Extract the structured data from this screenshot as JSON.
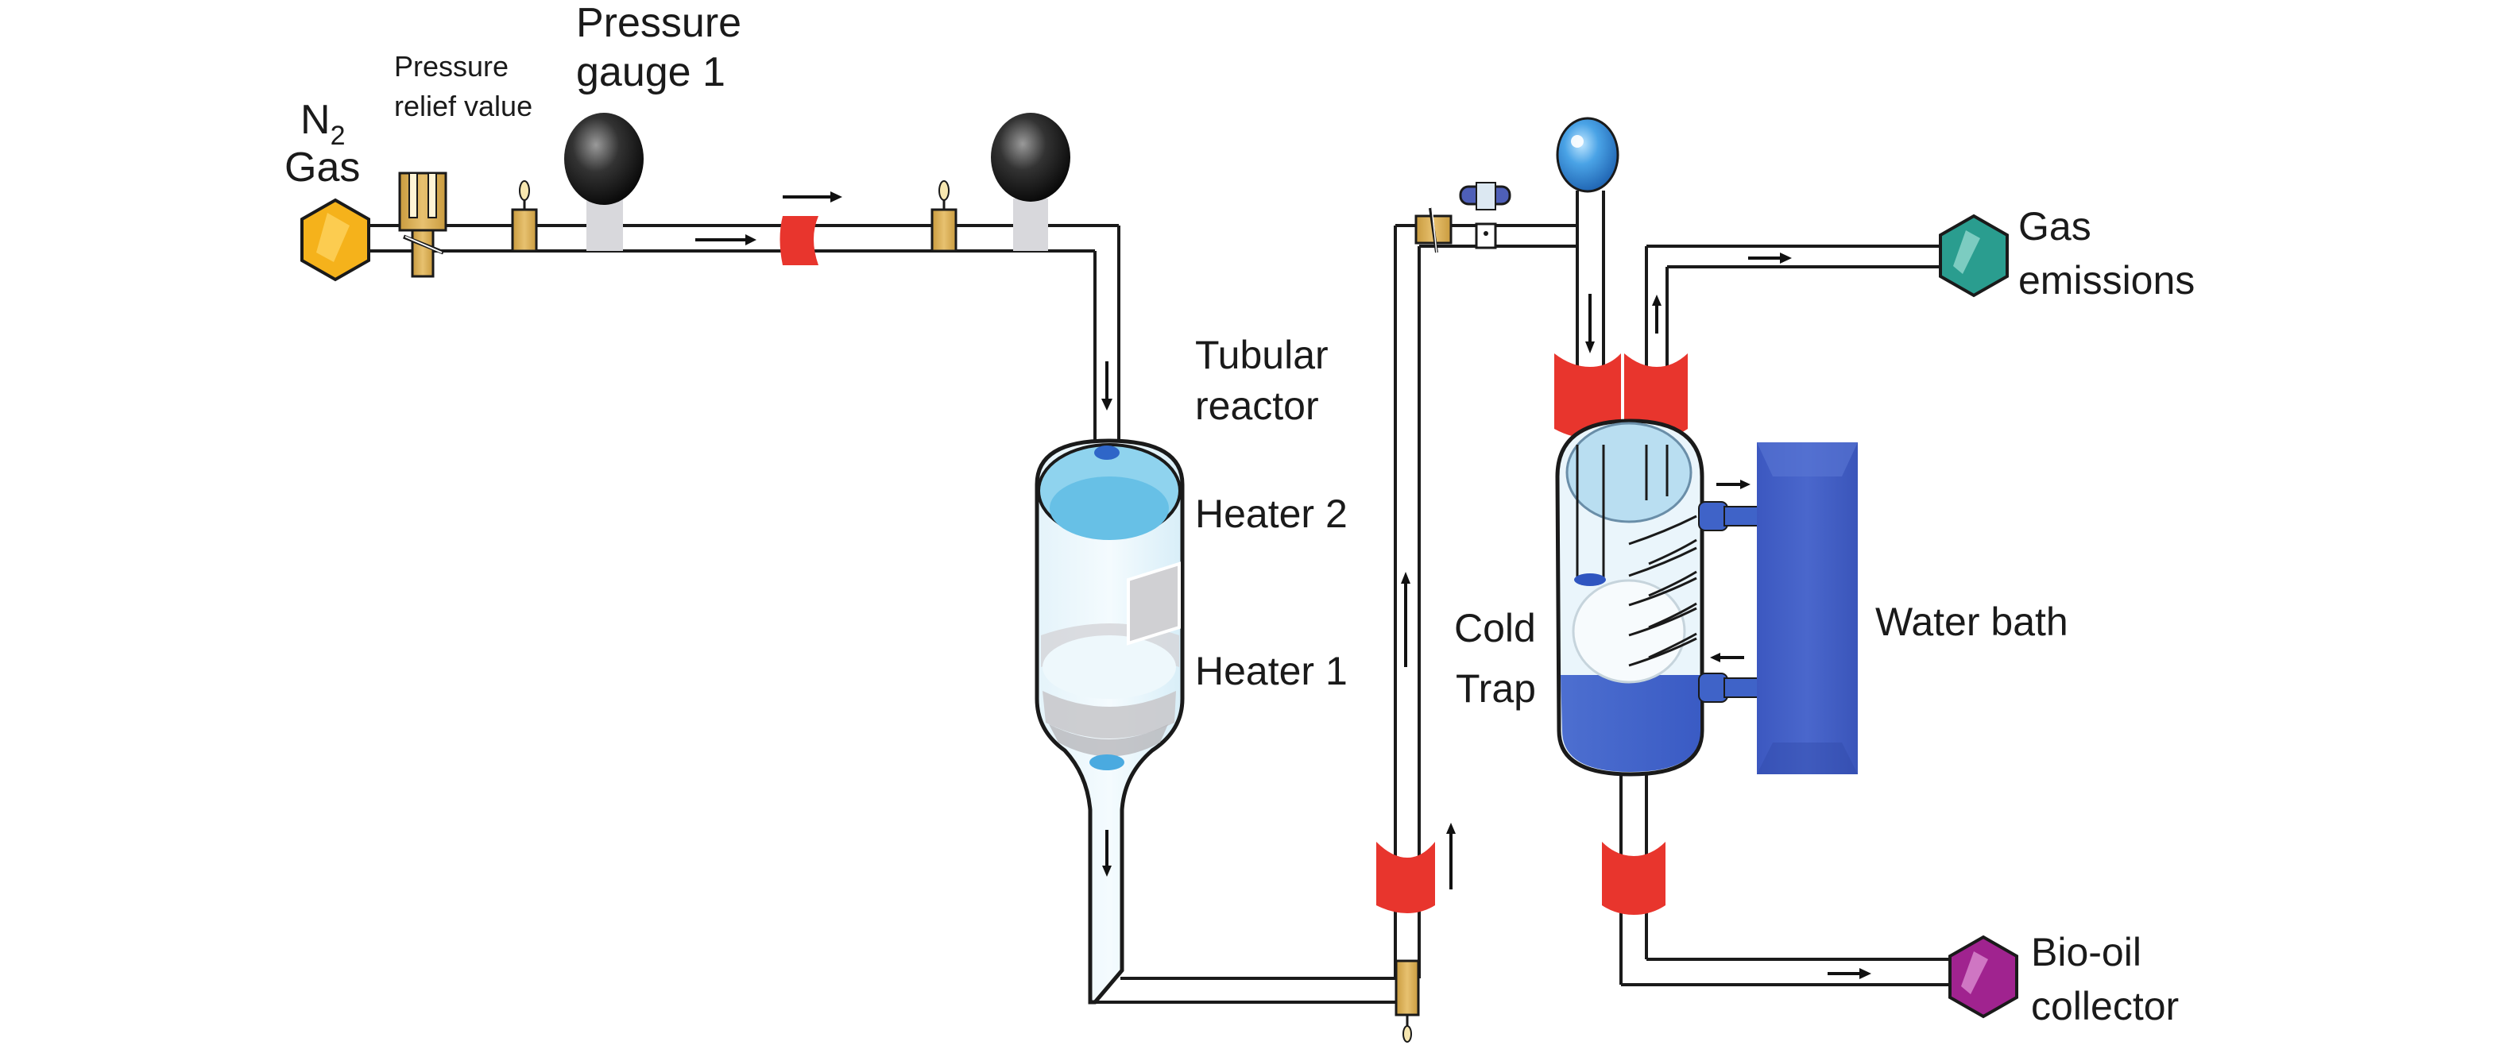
{
  "diagram": {
    "title": "Pyrolysis experimental setup",
    "labels": {
      "n2_gas_main": "N",
      "n2_gas_sub": "2",
      "n2_gas_line2": "Gas",
      "relief_valve_line1": "Pressure",
      "relief_valve_line2": "relief value",
      "gauge1_line1": "Pressure",
      "gauge1_line2": "gauge 1",
      "reactor_line1": "Tubular",
      "reactor_line2": "reactor",
      "heater2": "Heater 2",
      "heater1": "Heater 1",
      "cold_trap_line1": "Cold",
      "cold_trap_line2": "Trap",
      "water_bath": "Water bath",
      "gas_emissions_line1": "Gas",
      "gas_emissions_line2": "emissions",
      "bio_oil_line1": "Bio-oil",
      "bio_oil_line2": "collector"
    },
    "components": [
      {
        "id": "n2-gas-source",
        "icon": "hexagon-icon",
        "color": "#f5b21b"
      },
      {
        "id": "pressure-relief-valve",
        "icon": "valve-icon",
        "color": "#d9b35a"
      },
      {
        "id": "pressure-gauge-1",
        "icon": "gauge-icon",
        "color": "#222222"
      },
      {
        "id": "pressure-gauge-2",
        "icon": "gauge-icon",
        "color": "#222222"
      },
      {
        "id": "tubular-reactor",
        "icon": "reactor-vessel-icon",
        "color": "#8fd3ee"
      },
      {
        "id": "cold-trap",
        "icon": "condenser-icon",
        "color": "#4a6fcf"
      },
      {
        "id": "water-bath",
        "icon": "water-bath-icon",
        "color": "#4562c8"
      },
      {
        "id": "gas-emissions-outlet",
        "icon": "hexagon-icon",
        "color": "#2a9d8f"
      },
      {
        "id": "bio-oil-collector",
        "icon": "hexagon-icon",
        "color": "#a0238f"
      }
    ],
    "colors": {
      "coupling": "#e8352d",
      "valve_brass": "#d7ad57",
      "blue_gauge": "#3a8fd8",
      "pipe_stroke": "#1a1a1a"
    }
  }
}
